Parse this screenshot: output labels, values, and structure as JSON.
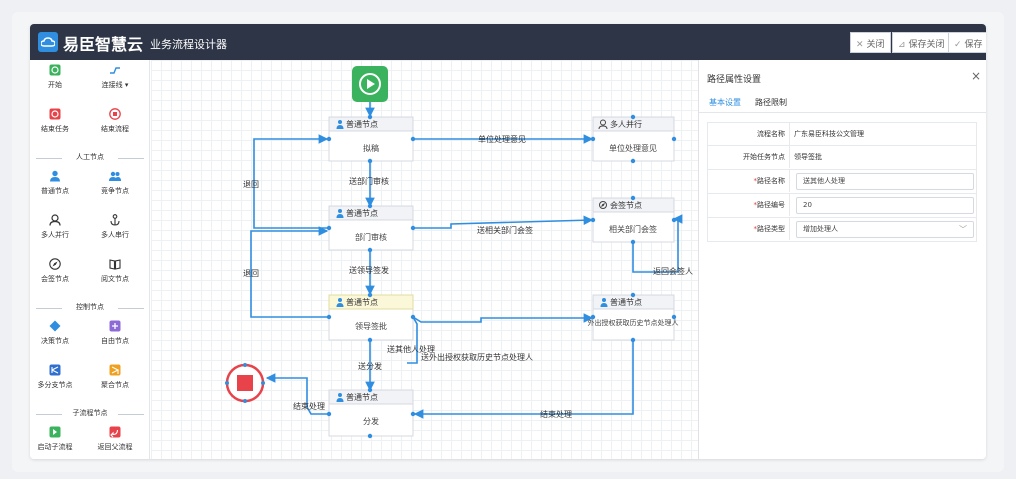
{
  "app": {
    "brand": "易臣智慧云",
    "subtitle": "业务流程设计器",
    "buttons": {
      "close": "关闭",
      "save_close": "保存关闭",
      "save": "保存"
    },
    "accent_color": "#2f8ee0",
    "header_color": "#2d3546"
  },
  "palette": {
    "start": "开始",
    "connector": "连接线",
    "end_task": "结束任务",
    "end_flow": "结束流程",
    "section_manual": "人工节点",
    "normal_node": "普通节点",
    "competing_node": "竞争节点",
    "multi_parallel": "多人并行",
    "multi_serial": "多人串行",
    "countersign": "会签节点",
    "circulate": "阅文节点",
    "section_control": "控制节点",
    "decision": "决策节点",
    "free": "自由节点",
    "branch": "多分支节点",
    "merge": "聚合节点",
    "section_sub": "子流程节点",
    "start_sub": "启动子流程",
    "return_sub": "返回父流程"
  },
  "canvas": {
    "node_header_normal": "普通节点",
    "node_header_parallel": "多人并行",
    "node_header_countersign": "会签节点",
    "nodes": {
      "draft": "拟稿",
      "unit": "单位处理意见",
      "dept": "部门审核",
      "related": "相关部门会签",
      "leader": "领导签批",
      "outside": "外出授权获取历史节点处理人",
      "dispatch": "分发"
    },
    "edges": {
      "unit_opinion": "单位处理意见",
      "to_dept": "送部门审核",
      "back1": "退回",
      "to_related": "送相关部门会签",
      "to_leader": "送领导签发",
      "back2": "退回",
      "back_countersign": "返回会签人",
      "to_other": "送其他人处理",
      "to_outside": "送外出授权获取历史节点处理人",
      "to_dispatch": "送分发",
      "end_handle": "结束处理",
      "finish_handle": "结束处理"
    }
  },
  "panel": {
    "title": "路径属性设置",
    "tab_basic": "基本设置",
    "tab_limit": "路径限制",
    "flow_name_label": "流程名称",
    "flow_name": "广东易臣科技公文管理",
    "start_node_label": "开始任务节点",
    "start_node": "领导签批",
    "path_name_label": "路径名称",
    "path_name": "送其他人处理",
    "path_no_label": "路径编号",
    "path_no": "20",
    "path_type_label": "路径类型",
    "path_type": "增加处理人"
  }
}
